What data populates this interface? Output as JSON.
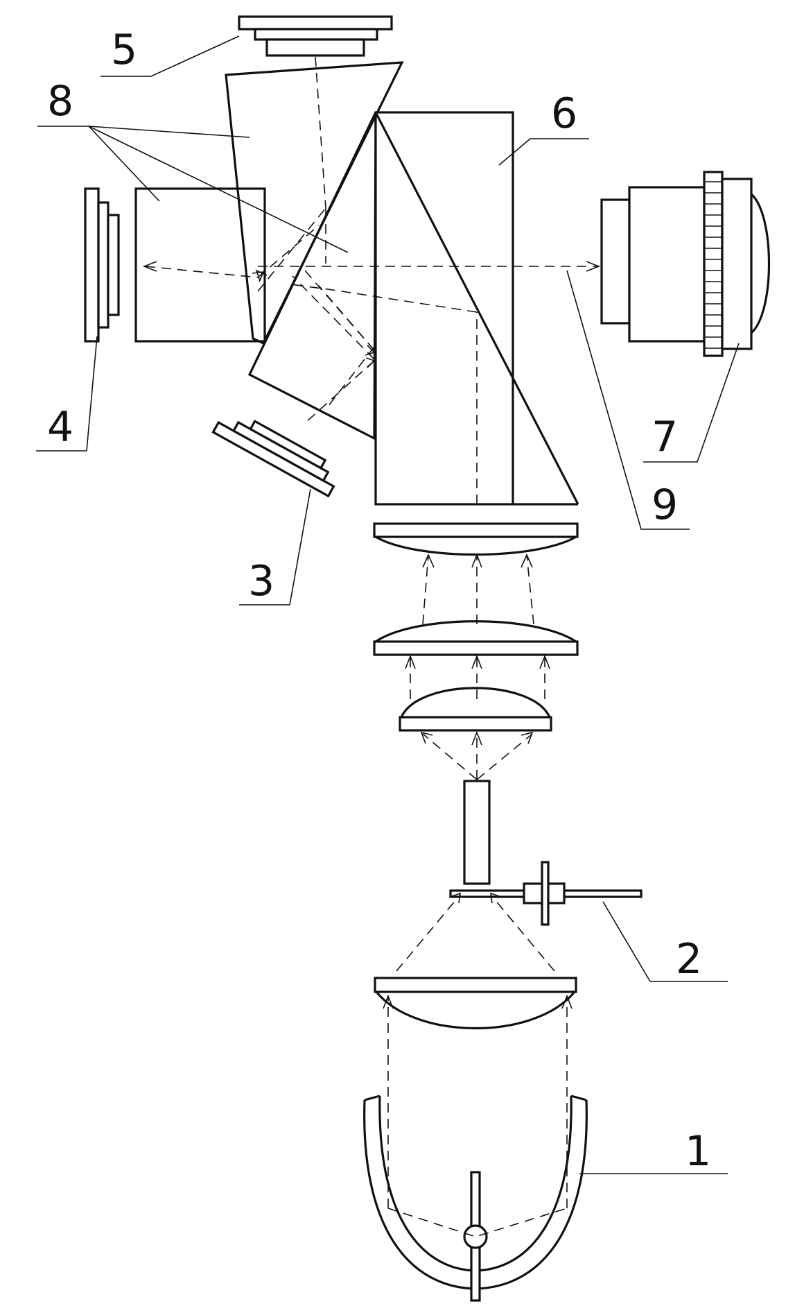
{
  "labels": {
    "n1": "1",
    "n2": "2",
    "n3": "3",
    "n4": "4",
    "n5": "5",
    "n6": "6",
    "n7": "7",
    "n8": "8",
    "n9": "9"
  },
  "colors": {
    "ink": "#111111",
    "background": "#ffffff"
  }
}
